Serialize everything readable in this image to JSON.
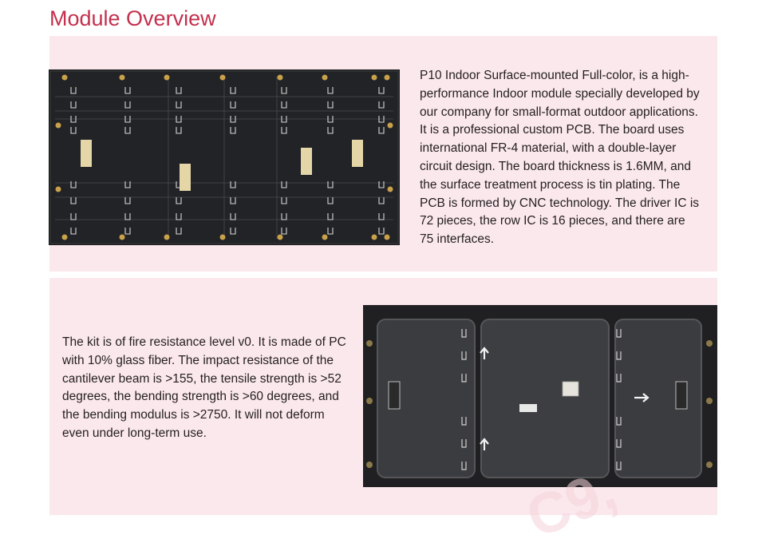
{
  "page": {
    "title": "Module Overview",
    "accent_color": "#c4304d",
    "panel_color": "#fbe8ec"
  },
  "section1": {
    "image_label": "P10 LED module front PCB photo",
    "paragraph": "P10 Indoor Surface-mounted Full-color, is a high-performance Indoor module specially developed by our company for small-format outdoor applications. It is a professional custom PCB. The board uses international FR-4 material, with a double-layer circuit design. The board thickness is 1.6MM, and the surface treatment process is tin plating. The PCB is formed by CNC technology. The driver IC is 72 pieces, the row IC is 16 pieces, and there are 75 interfaces."
  },
  "section2": {
    "image_label": "P10 LED module back kit photo",
    "paragraph": "The kit is of fire resistance level v0. It is made of PC with 10% glass fiber. The impact resistance of the cantilever beam is >155, the tensile strength is >52 degrees, the bending strength is >60 degrees, and the bending modulus is >2750. It will not deform even under long-term use."
  }
}
